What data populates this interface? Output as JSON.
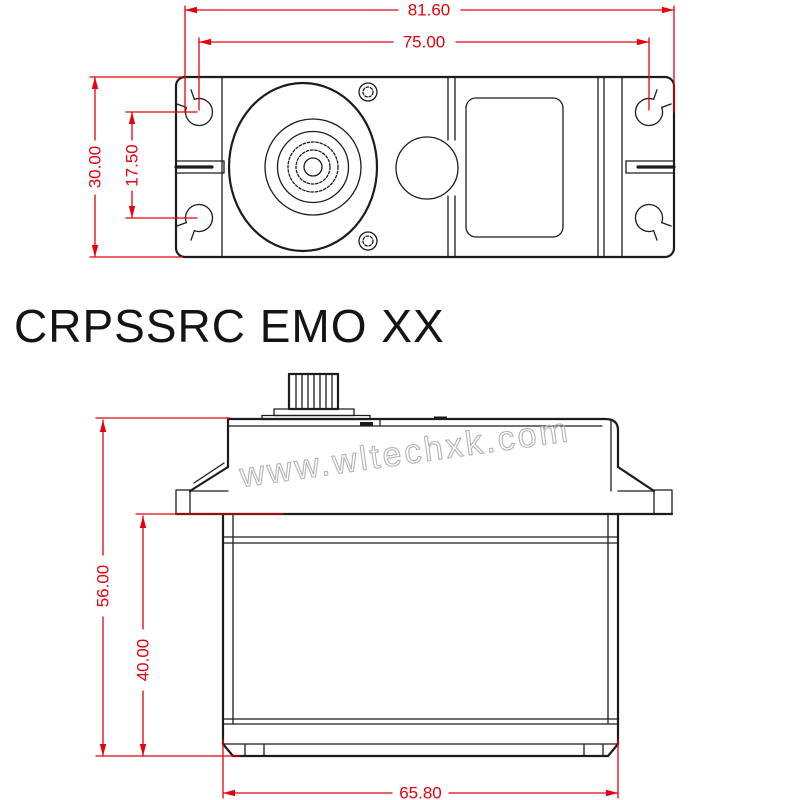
{
  "title": "CRPSSRC EMO XX",
  "watermark": "www.wltechxk.com",
  "colors": {
    "dimension_red": "#e8000d",
    "drawing_black": "#1c1c1c",
    "watermark_gray": "#b3b3b3",
    "background": "#ffffff"
  },
  "top_view": {
    "description": "servo top view with mounting ears",
    "dims": {
      "overall_width": "81.60",
      "hole_span_width": "75.00",
      "overall_height": "30.00",
      "hole_span_height": "17.50"
    }
  },
  "side_view": {
    "description": "servo side view with output spline and mounting flange",
    "dims": {
      "overall_height": "56.00",
      "lower_body_height": "40.00",
      "bottom_width": "65.80"
    }
  }
}
